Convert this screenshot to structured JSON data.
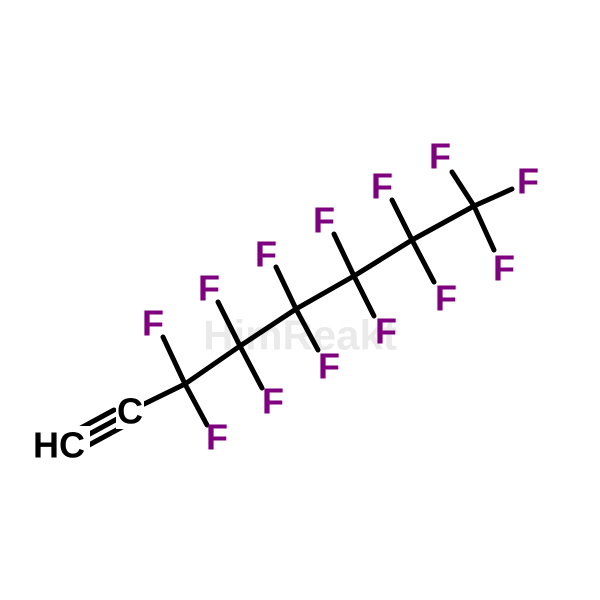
{
  "colors": {
    "carbon": "#000000",
    "fluorine": "#7f007f",
    "bond": "#000000",
    "watermark": "#d9d9d9"
  },
  "labels": {
    "hc": "HC",
    "c": "C",
    "f": "F"
  },
  "watermark": {
    "text": "HimReakt"
  }
}
